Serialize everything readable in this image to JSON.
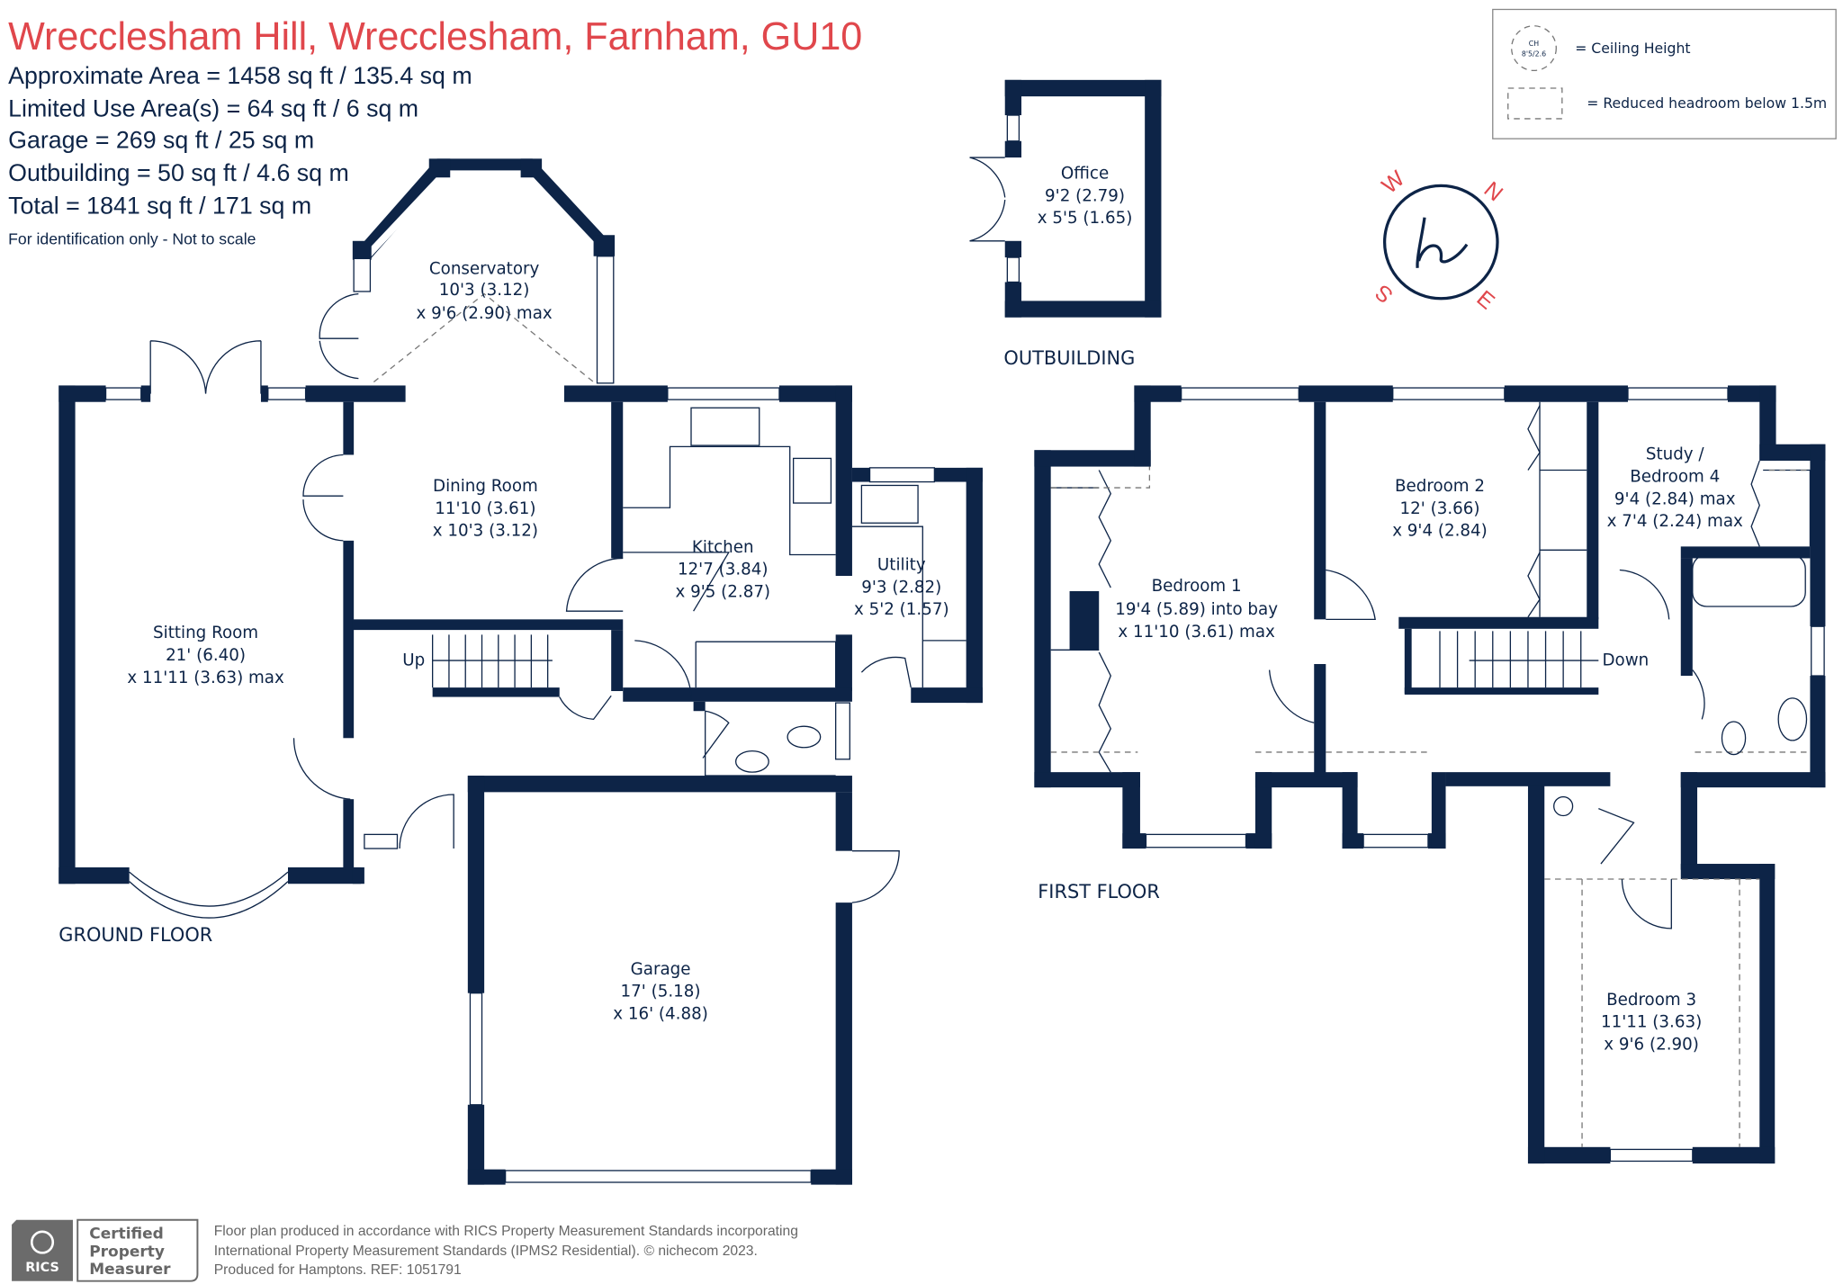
{
  "header": {
    "title": "Wrecclesham Hill, Wrecclesham, Farnham, GU10",
    "areas": [
      "Approximate Area = 1458 sq ft / 135.4 sq m",
      "Limited Use Area(s) = 64 sq ft / 6 sq m",
      "Garage = 269 sq ft / 25 sq m",
      "Outbuilding = 50 sq ft / 4.6 sq m",
      "Total = 1841 sq ft / 171 sq m"
    ],
    "note": "For identification only - Not to scale"
  },
  "legend": {
    "ch_symbol_top": "CH",
    "ch_symbol_value": "8'5/2.6",
    "ceiling_height": "= Ceiling Height",
    "reduced_headroom": "= Reduced headroom below 1.5m"
  },
  "compass": {
    "w": "W",
    "n": "N",
    "s": "S",
    "e": "E",
    "icon": "compass-logo-icon"
  },
  "colors": {
    "walls": "#0d2447",
    "title": "#e0474c",
    "footer": "#666666"
  },
  "floors": {
    "ground": "GROUND FLOOR",
    "first": "FIRST FLOOR",
    "outbuilding": "OUTBUILDING"
  },
  "rooms": {
    "conservatory": [
      "Conservatory",
      "10'3 (3.12)",
      "x 9'6 (2.90) max"
    ],
    "dining": [
      "Dining Room",
      "11'10 (3.61)",
      "x 10'3 (3.12)"
    ],
    "kitchen": [
      "Kitchen",
      "12'7 (3.84)",
      "x 9'5 (2.87)"
    ],
    "utility": [
      "Utility",
      "9'3 (2.82)",
      "x 5'2 (1.57)"
    ],
    "sitting": [
      "Sitting Room",
      "21' (6.40)",
      "x 11'11 (3.63) max"
    ],
    "garage": [
      "Garage",
      "17' (5.18)",
      "x 16' (4.88)"
    ],
    "office": [
      "Office",
      "9'2 (2.79)",
      "x 5'5 (1.65)"
    ],
    "bedroom1": [
      "Bedroom 1",
      "19'4 (5.89) into bay",
      "x 11'10 (3.61) max"
    ],
    "bedroom2": [
      "Bedroom 2",
      "12' (3.66)",
      "x 9'4 (2.84)"
    ],
    "study": [
      "Study /",
      "Bedroom 4",
      "9'4 (2.84) max",
      "x 7'4 (2.24) max"
    ],
    "bedroom3": [
      "Bedroom 3",
      "11'11 (3.63)",
      "x 9'6 (2.90)"
    ]
  },
  "stairs": {
    "up": "Up",
    "down": "Down"
  },
  "footer": {
    "rics": "RICS",
    "badge": [
      "Certified",
      "Property",
      "Measurer"
    ],
    "lines": [
      "Floor plan produced in accordance with RICS Property Measurement Standards incorporating",
      "International Property Measurement Standards (IPMS2 Residential).  © nichecom 2023.",
      "Produced for Hamptons.   REF:  1051791"
    ]
  }
}
